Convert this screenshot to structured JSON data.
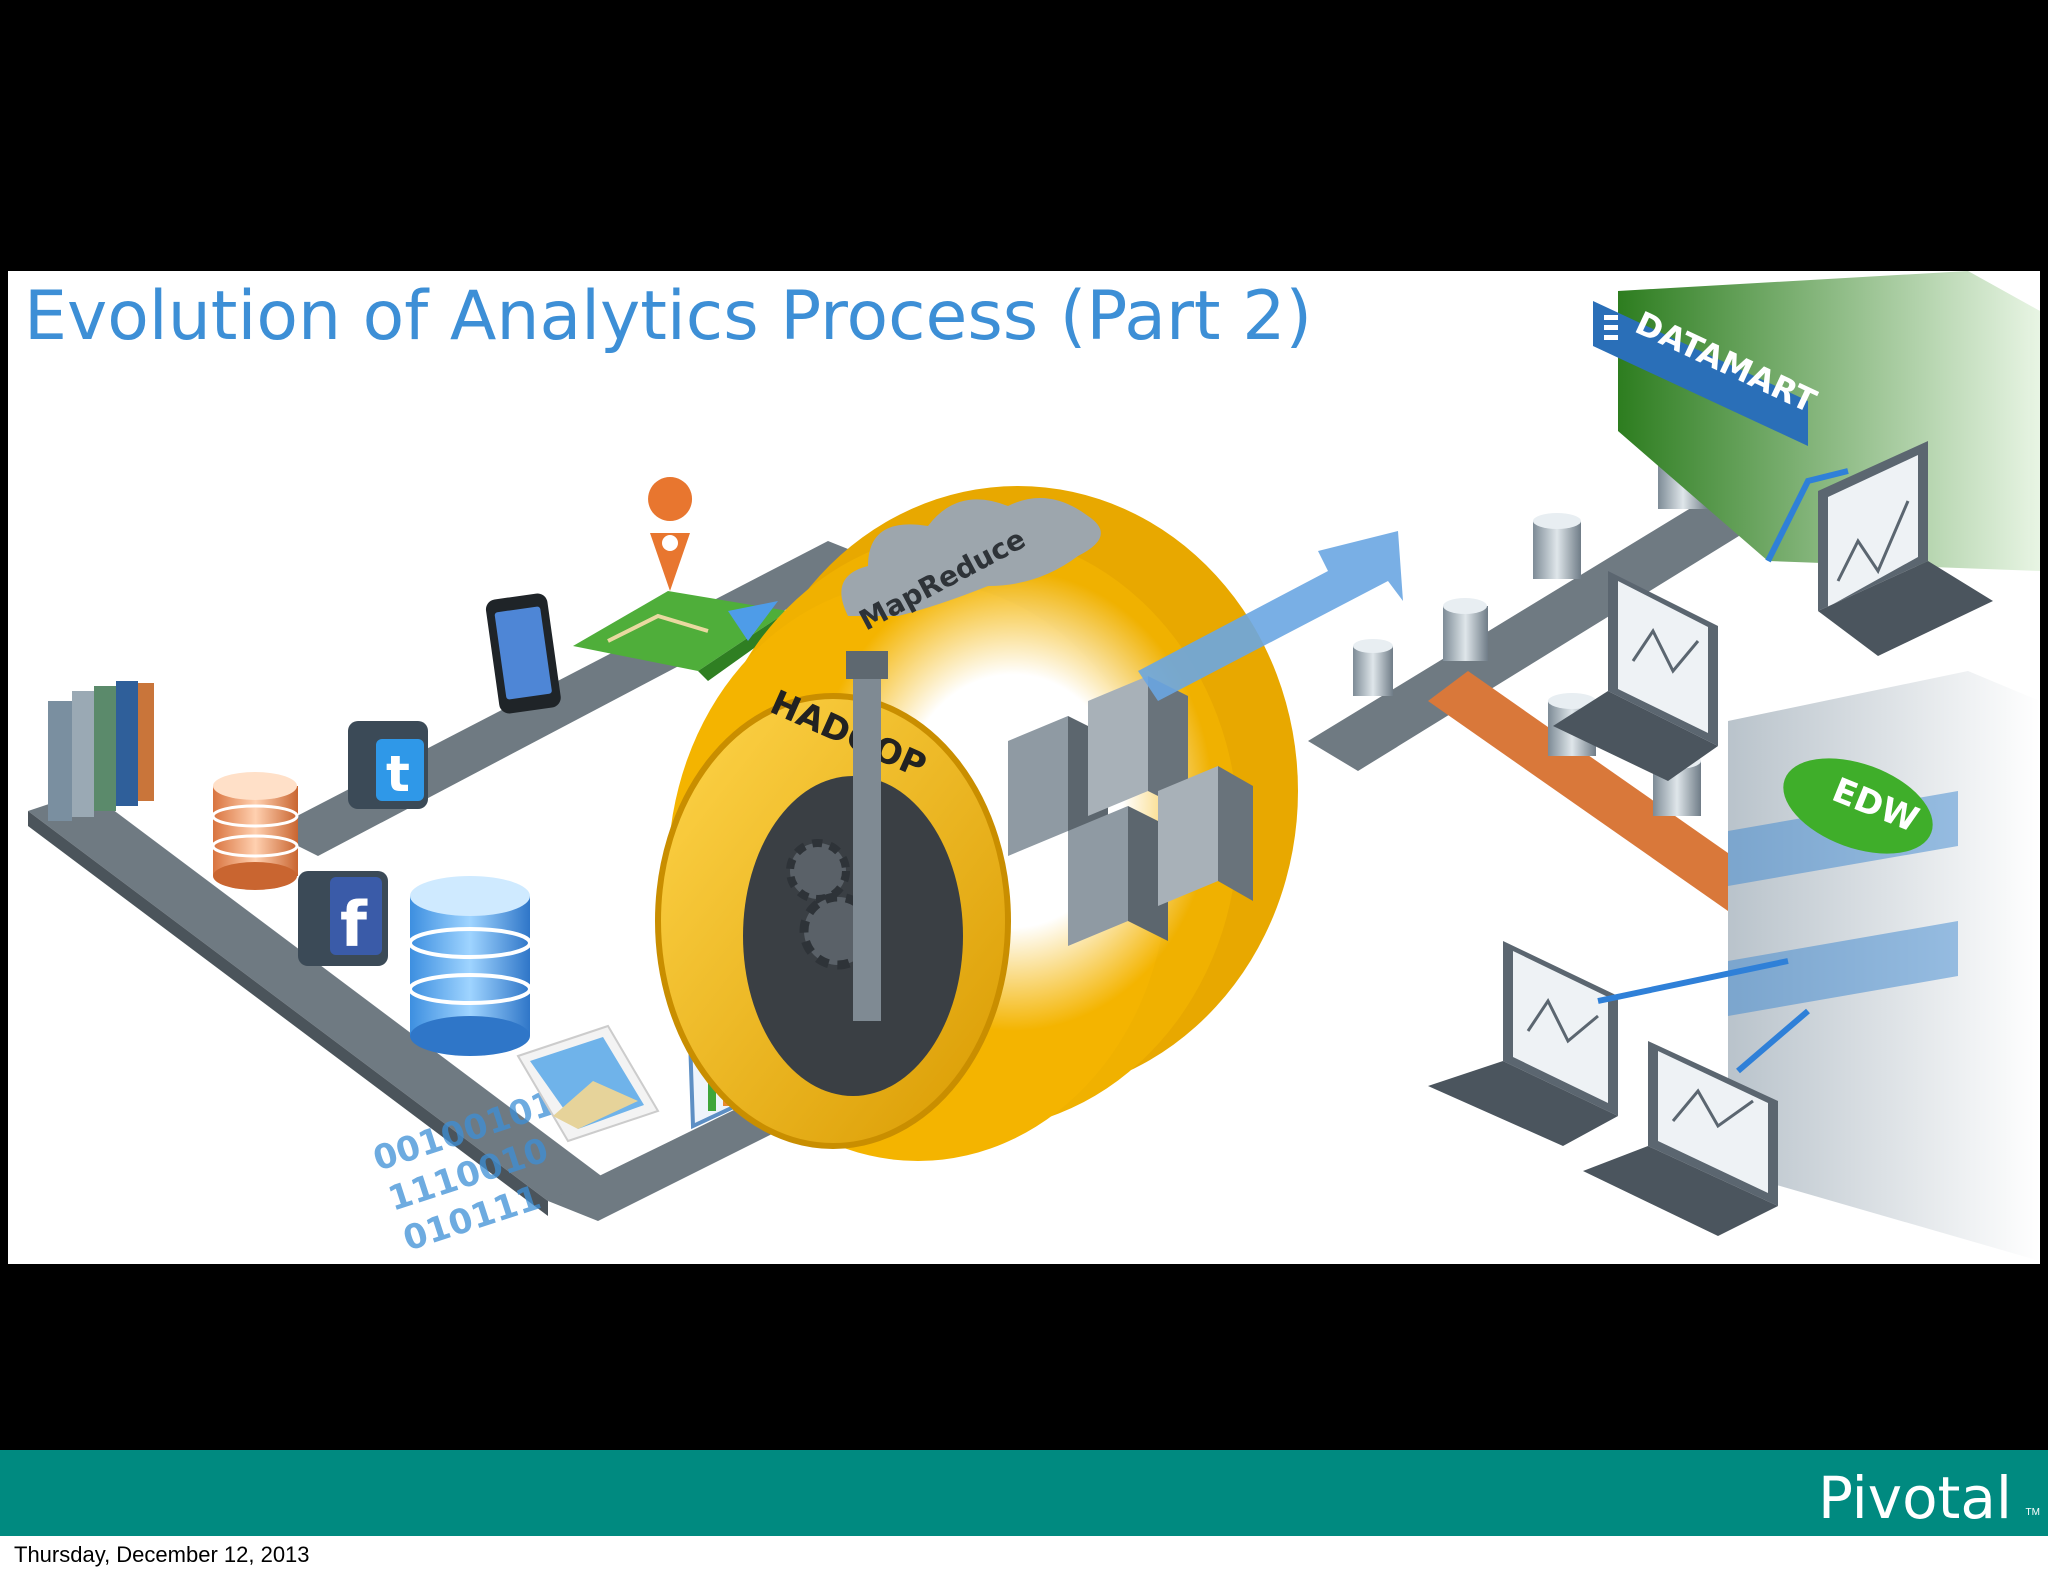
{
  "slide": {
    "title": "Evolution of Analytics Process  (Part 2)"
  },
  "diagram": {
    "mapreduce_label": "MapReduce",
    "hadoop_label": "HADOOP",
    "datamart_label": "DATAMART",
    "edw_label": "EDW",
    "binary_lines": [
      "00100101",
      "1110010",
      "010111"
    ]
  },
  "footer": {
    "brand": "Pivotal",
    "trademark": "TM",
    "date": "Thursday, December 12, 2013"
  },
  "colors": {
    "title": "#3d8fd6",
    "hadoop_yellow": "#f4b400",
    "edw_green": "#3fae2a",
    "datamart_green": "#2d7d1f",
    "footer_teal": "#008a80"
  },
  "icons": [
    "books-icon",
    "database-icon",
    "twitter-icon",
    "facebook-icon",
    "phone-icon",
    "map-pin-icon",
    "photo-icon",
    "chart-icon",
    "server-rack-icon",
    "laptop-icon",
    "arrow-icon",
    "gear-icon"
  ]
}
